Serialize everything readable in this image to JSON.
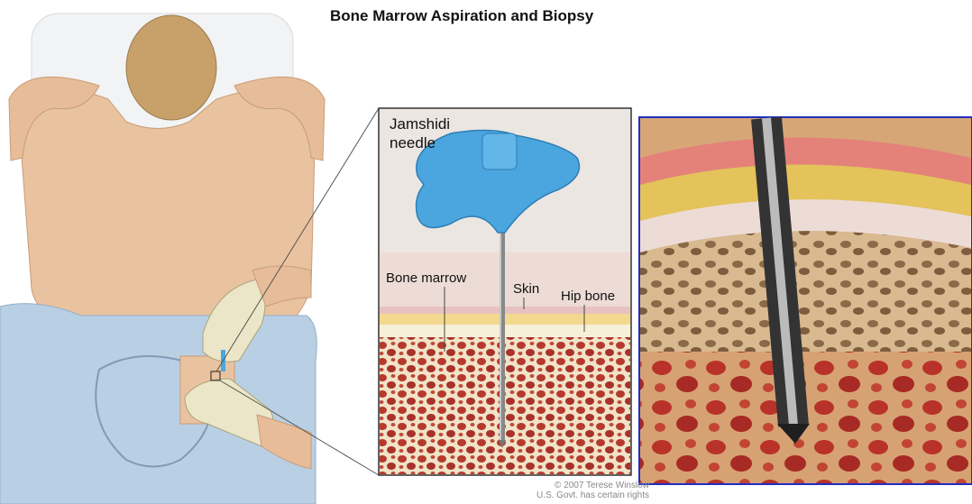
{
  "title": "Bone Marrow Aspiration and Biopsy",
  "labels": {
    "needle": [
      "Jamshidi",
      "needle"
    ],
    "bone_marrow": "Bone marrow",
    "skin": "Skin",
    "hip_bone": "Hip bone"
  },
  "credit": [
    "© 2007 Terese Winslow",
    "U.S. Govt. has certain rights"
  ],
  "colors": {
    "skin_body": "#e9c3a0",
    "sheet": "#b9cfe3",
    "needle_handle": "#4ba6df",
    "marrow_red": "#b8382b",
    "bone_cream": "#f3e8cf",
    "zoom_border": "#1f2fbf"
  }
}
